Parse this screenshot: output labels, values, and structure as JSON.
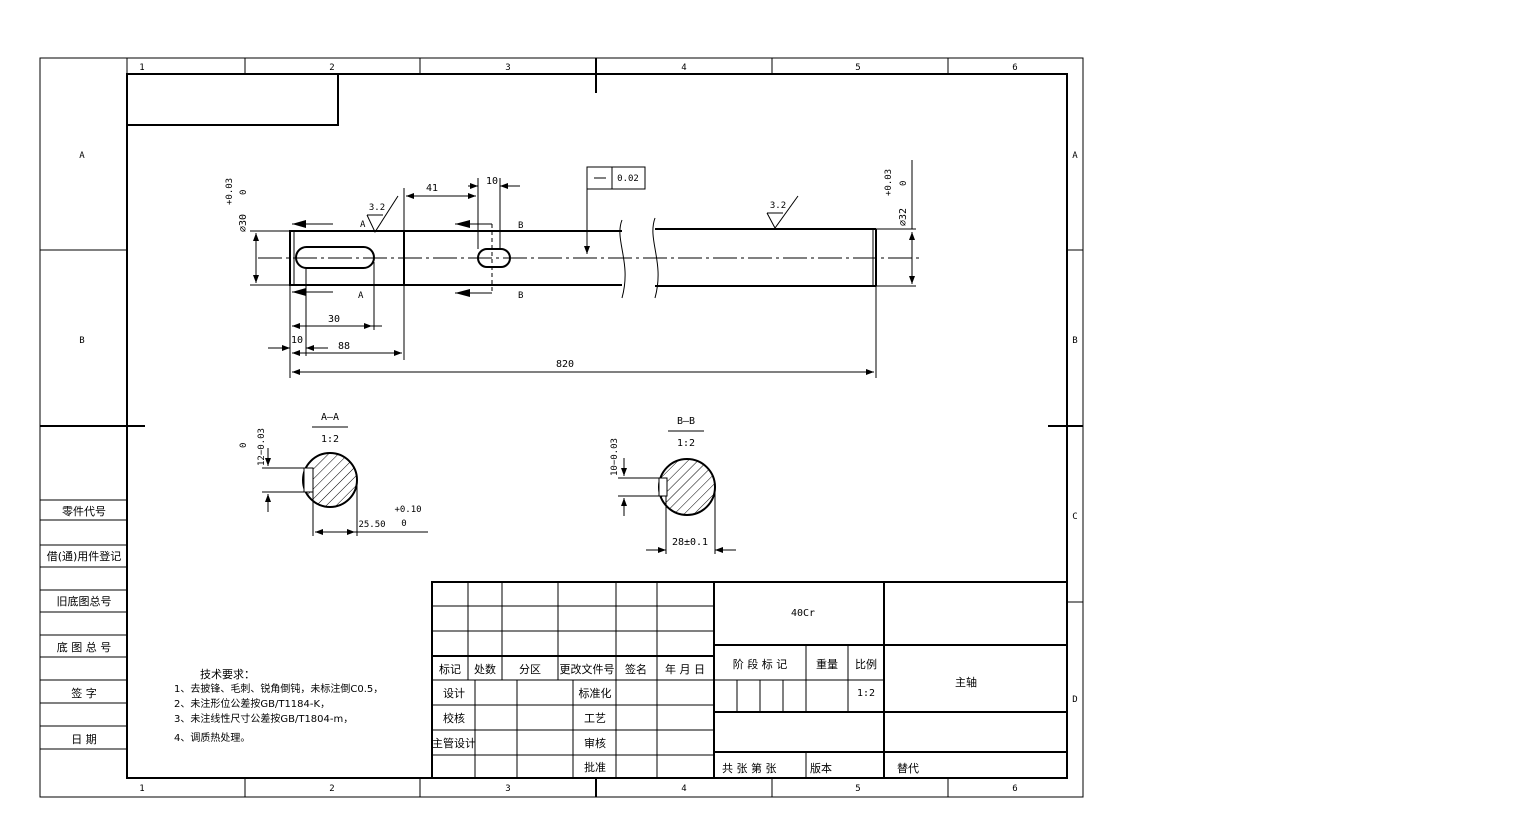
{
  "frame": {
    "col_labels": [
      "1",
      "2",
      "3",
      "4",
      "5",
      "6"
    ],
    "row_labels_left": [
      "A",
      "B"
    ],
    "row_labels_right": [
      "A",
      "B",
      "C",
      "D"
    ]
  },
  "left_strip": [
    "零件代号",
    "借(通)用件登记",
    "旧底图总号",
    "底 图 总 号",
    "签  字",
    "日  期"
  ],
  "dims": {
    "d30": "∅30",
    "d30_tol_upper": "+0.03",
    "d30_tol_lower": "0",
    "d32": "∅32",
    "d32_tol_upper": "+0.03",
    "d32_tol_lower": "0",
    "len41": "41",
    "len10_top": "10",
    "len30": "30",
    "len10": "10",
    "len88": "88",
    "len820": "820",
    "rough1": "3.2",
    "rough2": "3.2",
    "flatness": "0.02",
    "cut_a_top": "A",
    "cut_a_bottom": "A",
    "cut_b_top": "B",
    "cut_b_bottom": "B"
  },
  "sections": {
    "aa_title": "A—A",
    "aa_scale": "1:2",
    "aa_width": "12−0.03",
    "aa_width_upper": "0",
    "aa_depth": "25.50",
    "aa_depth_upper": "+0.10",
    "aa_depth_lower": "0",
    "bb_title": "B—B",
    "bb_scale": "1:2",
    "bb_width": "10−0.03",
    "bb_depth": "28±0.1"
  },
  "tech": {
    "title": "技术要求：",
    "items": [
      "1、去披锋、毛刺、锐角倒钝，未标注倒C0.5，",
      "2、未注形位公差按GB/T1184-K，",
      "3、未注线性尺寸公差按GB/T1804-m，",
      "4、调质热处理。"
    ]
  },
  "title_block": {
    "h_mark": "标记",
    "h_count": "处数",
    "h_zone": "分区",
    "h_docno": "更改文件号",
    "h_sign": "签名",
    "h_date": "年 月 日",
    "design": "设计",
    "standardize": "标准化",
    "check": "校核",
    "process": "工艺",
    "chief": "主管设计",
    "review": "审核",
    "approve": "批准",
    "material": "40Cr",
    "stage": "阶 段 标 记",
    "weight": "重量",
    "scale_label": "比例",
    "scale": "1:2",
    "part_name": "主轴",
    "sheets": "共  张   第  张",
    "version": "版本",
    "replace": "替代"
  }
}
